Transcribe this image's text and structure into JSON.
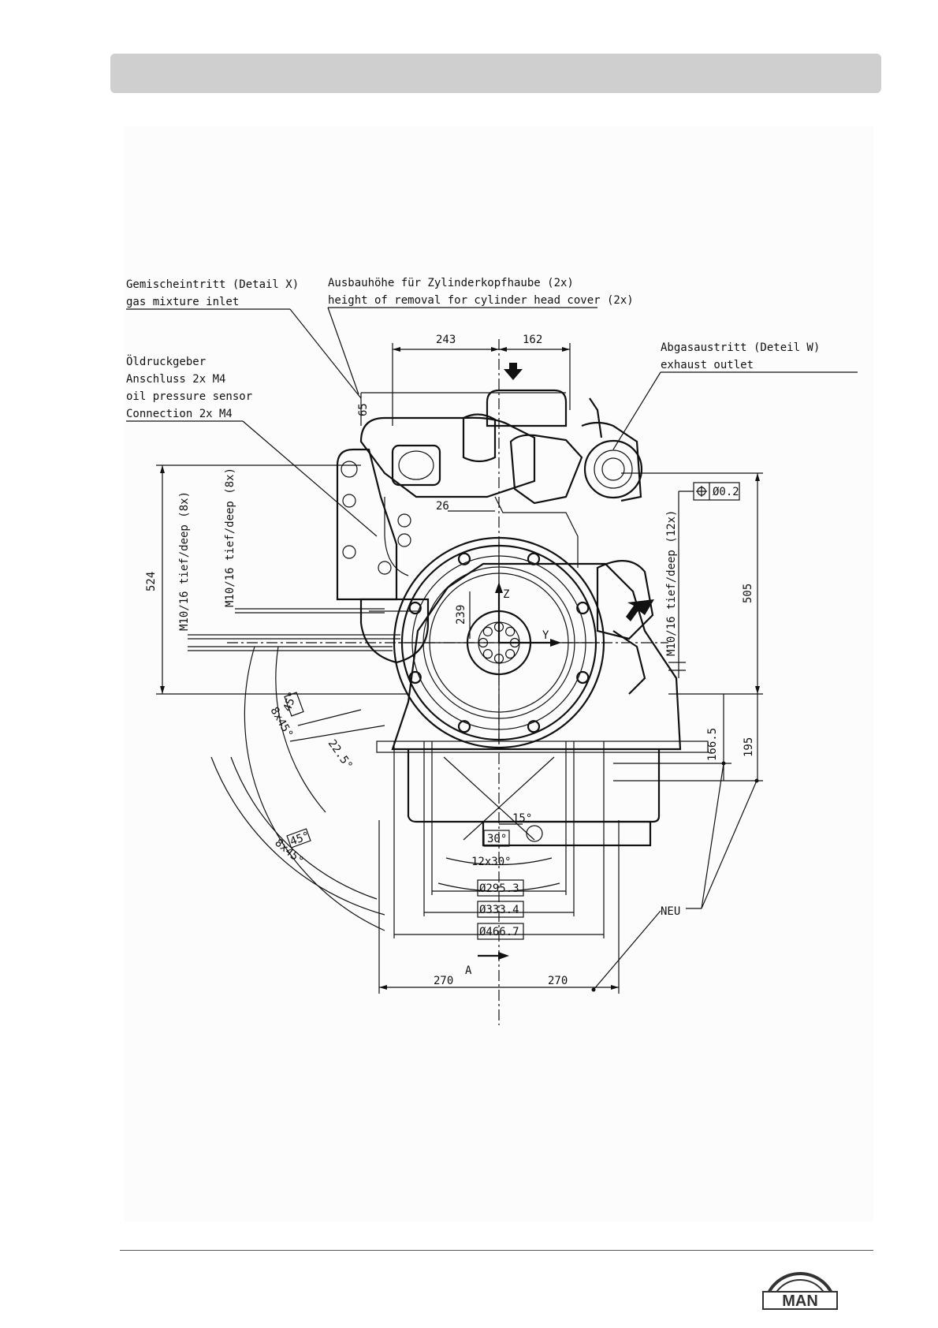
{
  "header": {
    "title": ""
  },
  "labels": {
    "gas_inlet_de": "Gemischeintritt (Detail X)",
    "gas_inlet_en": "gas mixture inlet",
    "removal_de": "Ausbauhöhe für Zylinderkopfhaube (2x)",
    "removal_en": "height of removal for cylinder head cover (2x)",
    "oil_de1": "Öldruckgeber",
    "oil_de2": "Anschluss 2x M4",
    "oil_en1": "oil pressure sensor",
    "oil_en2": "Connection 2x M4",
    "exhaust_de": "Abgasaustritt (Deteil W)",
    "exhaust_en": "exhaust outlet",
    "thread_8x_a": "M10/16 tief/deep (8x)",
    "thread_8x_b": "M10/16 tief/deep (8x)",
    "thread_12x": "M10/16 tief/deep (12x)",
    "tolerance": "Ø0.2",
    "neu": "NEU",
    "view_a": "A",
    "axis_z": "Z",
    "axis_y": "Y"
  },
  "dimensions": {
    "d243": "243",
    "d162": "162",
    "d65": "65",
    "d26": "26",
    "d524": "524",
    "d505": "505",
    "d239": "239",
    "d166_5": "166.5",
    "d195": "195",
    "a45_1": "45°",
    "a8x45_1": "8x45°",
    "a22_5": "22.5°",
    "a45_2": "45°",
    "a8x45_2": "8x45°",
    "a15": "15°",
    "a30": "30°",
    "a12x30": "12x30°",
    "dia295": "Ø295.3",
    "dia333": "Ø333.4",
    "dia466": "Ø466.7",
    "d270_left": "270",
    "d270_right": "270"
  },
  "logo": {
    "text": "MAN"
  }
}
